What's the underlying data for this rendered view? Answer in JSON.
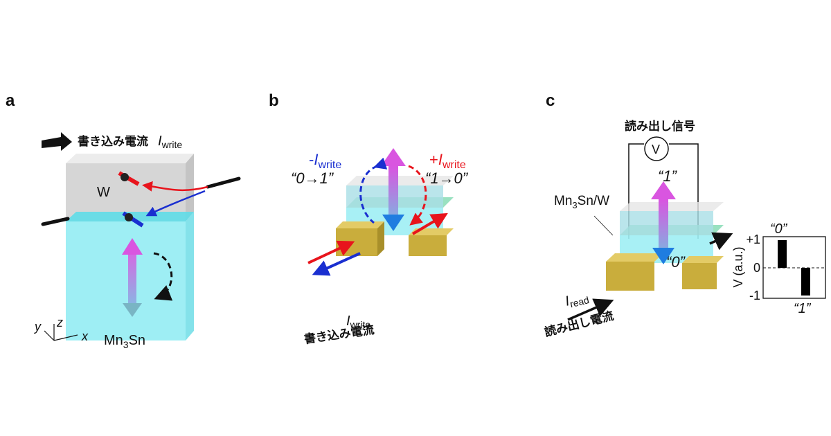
{
  "panels": {
    "a": {
      "label": "a",
      "write_current_jp": "書き込み電流",
      "current_symbol": "I",
      "current_sub": "write",
      "layer_top": "W",
      "layer_bottom_main": "Mn",
      "layer_bottom_sub": "3",
      "layer_bottom_end": "Sn",
      "axes": {
        "x": "x",
        "y": "y",
        "z": "z"
      }
    },
    "b": {
      "label": "b",
      "neg_sign": "-",
      "pos_sign": "+",
      "current_symbol": "I",
      "current_sub": "write",
      "transition_neg": "“0→1”",
      "transition_pos": "“1→0”",
      "write_current_jp": "書き込み電流"
    },
    "c": {
      "label": "c",
      "read_signal_jp": "読み出し信号",
      "voltmeter": "V",
      "state_top": "“1”",
      "state_bottom": "“0”",
      "layer_main": "Mn",
      "layer_sub": "3",
      "layer_end": "Sn/W",
      "read_symbol": "I",
      "read_sub": "read",
      "read_current_jp": "読み出し電流"
    }
  },
  "colors": {
    "neg_current": "#1a2fd0",
    "pos_current": "#e8141c",
    "magnet_arrow": "#d955e0",
    "mn3sn_layer": "#9eeef4",
    "w_layer": "#d6d6d6",
    "electrode": "#c9ad3c"
  },
  "chart_data": {
    "type": "bar",
    "categories": [
      "“0”",
      "“1”"
    ],
    "values": [
      1,
      -1
    ],
    "ylabel": "V (a.u.)",
    "yticks": [
      "+1",
      "0",
      "-1"
    ],
    "ylim": [
      -1,
      1
    ],
    "zero_line": "dashed"
  }
}
